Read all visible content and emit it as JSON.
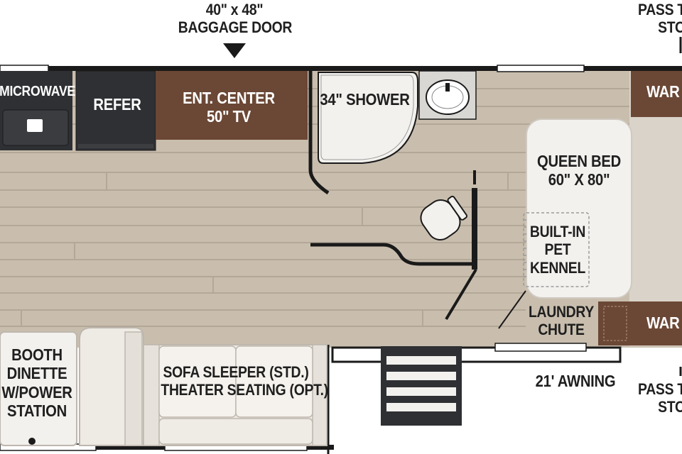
{
  "floorplan": {
    "baggage_door": {
      "line1": "40\" x 48\"",
      "line2": "BAGGAGE DOOR"
    },
    "pass_through_top": {
      "line1": "PASS T",
      "line2": "STO"
    },
    "pass_through_bottom": {
      "line1": "PASS T",
      "line2": "STO"
    },
    "microwave": "MICROWAVE",
    "refer": "REFER",
    "ent_center": {
      "line1": "ENT. CENTER",
      "line2": "50\" TV"
    },
    "shower": "34\" SHOWER",
    "wardrobe_top": "WAR",
    "wardrobe_bottom": "WAR",
    "queen_bed": {
      "line1": "QUEEN BED",
      "line2": "60\" X 80\""
    },
    "pet_kennel": {
      "line1": "BUILT-IN",
      "line2": "PET",
      "line3": "KENNEL"
    },
    "laundry_chute": {
      "line1": "LAUNDRY",
      "line2": "CHUTE"
    },
    "booth_dinette": {
      "line1": "BOOTH",
      "line2": "DINETTE",
      "line3": "W/POWER",
      "line4": "STATION"
    },
    "sofa": {
      "line1": "SOFA SLEEPER (STD.)",
      "line2": "THEATER SEATING (OPT.)"
    },
    "awning": "21' AWNING"
  },
  "colors": {
    "floor": "#c9beae",
    "floor_line": "#b2a696",
    "cabinet_wood": "#6b4735",
    "appliance": "#2e3033",
    "wall": "#1a1a1a",
    "fixture": "#f3f1ee"
  }
}
